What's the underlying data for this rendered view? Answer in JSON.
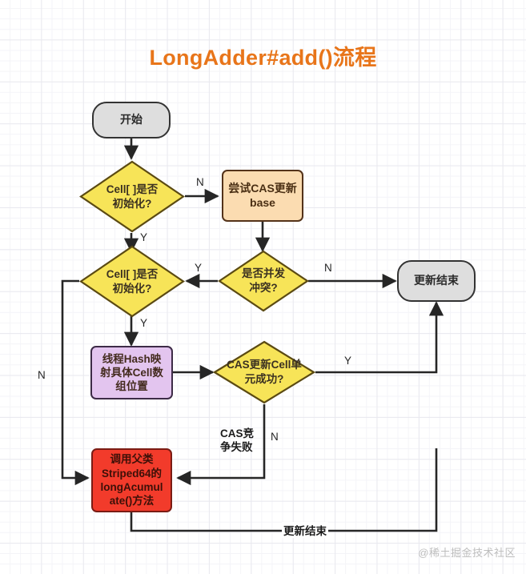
{
  "title": "LongAdder#add()流程",
  "accent_color": "#e8751a",
  "palette": {
    "terminal_fill": "#dedede",
    "orange_fill": "#fbdcb1",
    "yellow_fill": "#f7e458",
    "purple_fill": "#e3c5ef",
    "red_fill": "#f23b2b",
    "line": "#262626",
    "grid": "#e9e9ef"
  },
  "nodes": {
    "start": {
      "label": "开始",
      "shape": "terminal"
    },
    "decision_cell_init_1": {
      "label": "Cell[ ]是否\n初始化?",
      "shape": "decision"
    },
    "cas_base": {
      "label": "尝试CAS更新\nbase",
      "shape": "process"
    },
    "decision_cell_init_2": {
      "label": "Cell[ ]是否\n初始化?",
      "shape": "decision"
    },
    "decision_conflict": {
      "label": "是否并发\n冲突?",
      "shape": "decision"
    },
    "end_update": {
      "label": "更新结束",
      "shape": "terminal"
    },
    "hash_map_cell": {
      "label": "线程Hash映\n射具体Cell数\n组位置",
      "shape": "process"
    },
    "decision_cas_cell": {
      "label": "CAS更新Cell单\n元成功?",
      "shape": "decision"
    },
    "long_accumulate": {
      "label": "调用父类\nStriped64的\nlongAcumul\nate()方法",
      "shape": "process"
    }
  },
  "edge_labels": {
    "cell_init_1_no": "N",
    "cell_init_1_yes": "Y",
    "conflict_yes": "Y",
    "conflict_no": "N",
    "cell_init_2_yes": "Y",
    "cell_init_2_no": "N",
    "cas_cell_yes": "Y",
    "cas_cell_no": "N",
    "cas_fail": "CAS竞\n争失败",
    "bottom_end": "更新结束"
  },
  "watermark": "@稀土掘金技术社区"
}
